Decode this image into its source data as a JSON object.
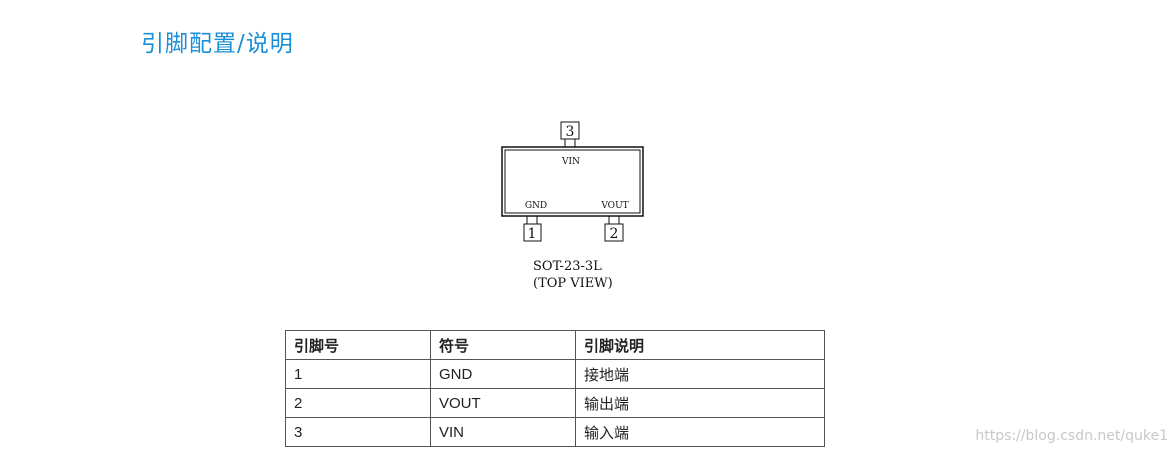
{
  "heading": "引脚配置/说明",
  "package": {
    "pins": [
      {
        "number": "1",
        "name": "GND"
      },
      {
        "number": "2",
        "name": "VOUT"
      },
      {
        "number": "3",
        "name": "VIN"
      }
    ],
    "caption_line1": "SOT-23-3L",
    "caption_line2": "(TOP VIEW)"
  },
  "table": {
    "headers": [
      "引脚号",
      "符号",
      "引脚说明"
    ],
    "rows": [
      [
        "1",
        "GND",
        "接地端"
      ],
      [
        "2",
        "VOUT",
        "输出端"
      ],
      [
        "3",
        "VIN",
        "输入端"
      ]
    ]
  },
  "watermark": "https://blog.csdn.net/quke1"
}
